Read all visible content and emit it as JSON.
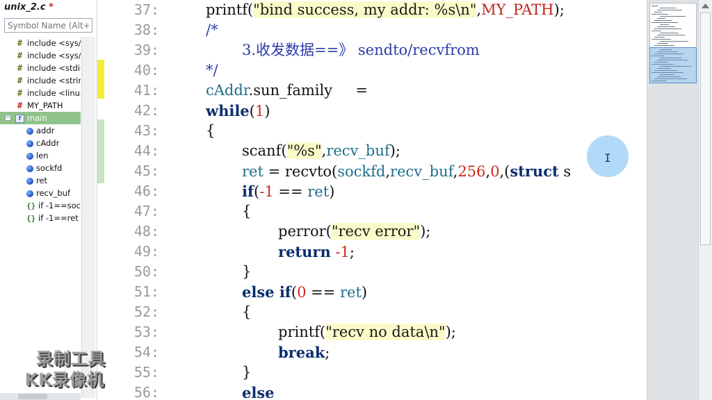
{
  "file_tab": {
    "name": "unix_2.c",
    "modified_mark": "*"
  },
  "symbol_search": {
    "placeholder": "Symbol Name (Alt+L)"
  },
  "symbol_tree": [
    {
      "label": "include <sys/",
      "icon": "hash-icon"
    },
    {
      "label": "include <sys/",
      "icon": "hash-icon"
    },
    {
      "label": "include <stdio",
      "icon": "hash-icon"
    },
    {
      "label": "include <strin",
      "icon": "hash-icon"
    },
    {
      "label": "include <linux",
      "icon": "hash-icon"
    },
    {
      "label": "MY_PATH",
      "icon": "define-icon"
    },
    {
      "label": "main",
      "icon": "function-icon"
    },
    {
      "label": "addr",
      "icon": "variable-icon"
    },
    {
      "label": "cAddr",
      "icon": "variable-icon"
    },
    {
      "label": "len",
      "icon": "variable-icon"
    },
    {
      "label": "sockfd",
      "icon": "variable-icon"
    },
    {
      "label": "ret",
      "icon": "variable-icon"
    },
    {
      "label": "recv_buf",
      "icon": "variable-icon"
    },
    {
      "label": "if -1==soc",
      "icon": "block-icon"
    },
    {
      "label": "if -1==ret",
      "icon": "block-icon"
    }
  ],
  "code_lines": [
    {
      "n": "37:",
      "indent": 0,
      "tokens": [
        [
          "printf(",
          ""
        ],
        [
          "\"bind success, my addr: %s\\n\"",
          "str"
        ],
        [
          ",",
          ""
        ],
        [
          "MY_PATH",
          "mac"
        ],
        [
          ");",
          ""
        ]
      ]
    },
    {
      "n": "38:",
      "indent": 0,
      "tokens": [
        [
          "/*",
          "cmt"
        ]
      ]
    },
    {
      "n": "39:",
      "indent": 1,
      "tokens": [
        [
          "3.收发数据==》 sendto/recvfrom",
          "cmt"
        ]
      ]
    },
    {
      "n": "40:",
      "indent": 0,
      "tokens": [
        [
          "*/",
          "cmt"
        ]
      ]
    },
    {
      "n": "41:",
      "indent": 0,
      "tokens": [
        [
          "cAddr",
          "var"
        ],
        [
          ".sun_family     =",
          ""
        ]
      ]
    },
    {
      "n": "42:",
      "indent": 0,
      "tokens": [
        [
          "while",
          "kw"
        ],
        [
          "(",
          ""
        ],
        [
          "1",
          "num"
        ],
        [
          ")",
          ""
        ]
      ]
    },
    {
      "n": "43:",
      "indent": 0,
      "tokens": [
        [
          "{",
          ""
        ]
      ]
    },
    {
      "n": "44:",
      "indent": 1,
      "tokens": [
        [
          "scanf(",
          ""
        ],
        [
          "\"%s\"",
          "str"
        ],
        [
          ",",
          ""
        ],
        [
          "recv_buf",
          "var"
        ],
        [
          ");",
          ""
        ]
      ]
    },
    {
      "n": "45:",
      "indent": 1,
      "tokens": [
        [
          "ret",
          "var"
        ],
        [
          " = recvto(",
          ""
        ],
        [
          "sockfd",
          "var"
        ],
        [
          ",",
          ""
        ],
        [
          "recv_buf",
          "var"
        ],
        [
          ",",
          ""
        ],
        [
          "256",
          "num"
        ],
        [
          ",",
          ""
        ],
        [
          "0",
          "num"
        ],
        [
          ",(",
          ""
        ],
        [
          "struct",
          "kw"
        ],
        [
          " s",
          ""
        ]
      ]
    },
    {
      "n": "46:",
      "indent": 1,
      "tokens": [
        [
          "if",
          "kw"
        ],
        [
          "(",
          ""
        ],
        [
          "-1",
          "num"
        ],
        [
          " == ",
          ""
        ],
        [
          "ret",
          "var"
        ],
        [
          ")",
          ""
        ]
      ]
    },
    {
      "n": "47:",
      "indent": 1,
      "tokens": [
        [
          "{",
          ""
        ]
      ]
    },
    {
      "n": "48:",
      "indent": 2,
      "tokens": [
        [
          "perror(",
          ""
        ],
        [
          "\"recv error\"",
          "str"
        ],
        [
          ");",
          ""
        ]
      ]
    },
    {
      "n": "49:",
      "indent": 2,
      "tokens": [
        [
          "return",
          "kw"
        ],
        [
          " ",
          ""
        ],
        [
          "-1",
          "num"
        ],
        [
          ";",
          ""
        ]
      ]
    },
    {
      "n": "50:",
      "indent": 1,
      "tokens": [
        [
          "}",
          ""
        ]
      ]
    },
    {
      "n": "51:",
      "indent": 1,
      "tokens": [
        [
          "else if",
          "kw"
        ],
        [
          "(",
          ""
        ],
        [
          "0",
          "num"
        ],
        [
          " == ",
          ""
        ],
        [
          "ret",
          "var"
        ],
        [
          ")",
          ""
        ]
      ]
    },
    {
      "n": "52:",
      "indent": 1,
      "tokens": [
        [
          "{",
          ""
        ]
      ]
    },
    {
      "n": "53:",
      "indent": 2,
      "tokens": [
        [
          "printf(",
          ""
        ],
        [
          "\"recv no data\\n\"",
          "str"
        ],
        [
          ");",
          ""
        ]
      ]
    },
    {
      "n": "54:",
      "indent": 2,
      "tokens": [
        [
          "break",
          "kw"
        ],
        [
          ";",
          ""
        ]
      ]
    },
    {
      "n": "55:",
      "indent": 1,
      "tokens": [
        [
          "}",
          ""
        ]
      ]
    },
    {
      "n": "56:",
      "indent": 1,
      "tokens": [
        [
          "else",
          "kw"
        ]
      ]
    }
  ],
  "colors": {
    "string_bg": "#fbfbc9",
    "keyword": "#0b2e6e",
    "number": "#d0281a",
    "identifier": "#1f6e8a",
    "comment": "#2a3ba8",
    "selection": "#8fc38a"
  },
  "watermark": {
    "line1": "录制工具",
    "line2": "KK录像机"
  }
}
